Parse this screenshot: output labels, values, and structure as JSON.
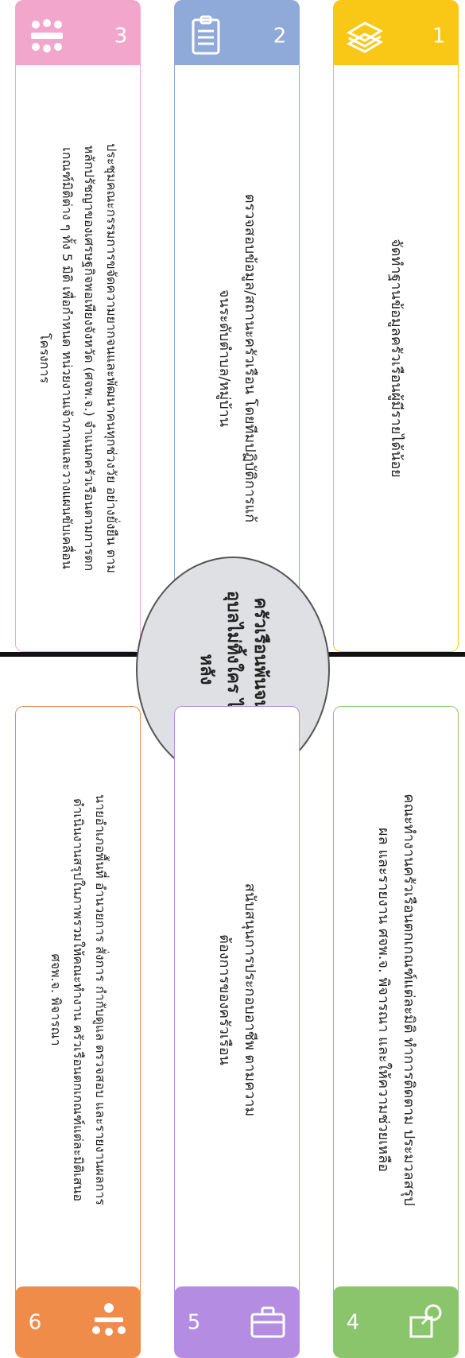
{
  "center": {
    "title": "ครัวเรือนพ้นจน คนอุบลไม่ทิ้งใคร ไว้ข้างหลัง"
  },
  "colors": {
    "yellow": "#f9c715",
    "blue": "#8fa9d8",
    "pink": "#f3a6cc",
    "green": "#8bc56b",
    "purple": "#b48de3",
    "orange": "#ef8c4a"
  },
  "steps": [
    {
      "num": "1",
      "icon": "books-icon",
      "text": "จัดทำฐานข้อมูลครัวเรือนผู้มีรายได้น้อย"
    },
    {
      "num": "2",
      "icon": "clipboard-icon",
      "text": "ตรวจสอบข้อมูล/สถานะครัวเรือน โดยทีมปฏิบัติการแก้จนระดับตำบล/หมู่บ้าน"
    },
    {
      "num": "3",
      "icon": "meeting-icon",
      "text": "ประชุมคณะกรรมการขจัดความยากจนและพัฒนาคนทุกช่วงวัย อย่างยั่งยืน ตามหลักปรัชญาของเศรษฐกิจพอเพียงจังหวัด (ศจพ.จ.) จำแนกครัวเรือนตามการตกเกณฑ์มิติต่าง ๆ ทั้ง 5 มิติ เพื่อกำหนด หน่วยงานเจ้าภาพและวางแผนขับเคลื่อนโครงการ"
    },
    {
      "num": "4",
      "icon": "inspect-icon",
      "text": "คณะทำงานครัวเรือนตกเกณฑ์แต่ละมิติ ทำการติดตาม ประมวลสรุปผล และรายงาน ศจพ.จ. พิจารณา และให้ความช่วยเหลือ"
    },
    {
      "num": "5",
      "icon": "briefcase-icon",
      "text": "สนับสนุนการประกอบอาชีพ ตามความต้องการของครัวเรือน"
    },
    {
      "num": "6",
      "icon": "conference-icon",
      "text": "นายอำเภอพื้นที่ อำนวยการ สั่งการ กำกับดูแล ตรวจสอบ และรายงานผลการดำเนินงานสรุปในภาพรวมให้คณะทำงาน ครัวเรือนตกเกณฑ์แต่ละมิติเสนอ ศจพ.จ. พิจารณา"
    }
  ]
}
